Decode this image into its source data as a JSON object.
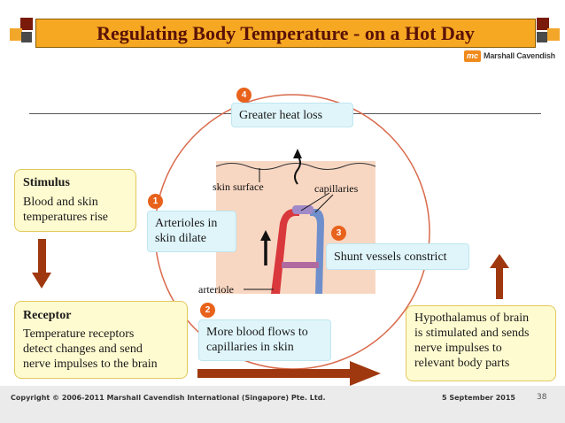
{
  "title": "Regulating Body Temperature - on a Hot Day",
  "brand": {
    "mark": "mc",
    "name": "Marshall Cavendish"
  },
  "stimulus": {
    "heading": "Stimulus",
    "lines": [
      "Blood and skin",
      "temperatures rise"
    ]
  },
  "receptor": {
    "heading": "Receptor",
    "lines": [
      "Temperature receptors",
      "detect changes and send",
      "nerve impulses to the brain"
    ]
  },
  "hypothalamus": {
    "lines": [
      "Hypothalamus of brain",
      "is stimulated and sends",
      "nerve impulses to",
      "relevant body parts"
    ]
  },
  "steps": [
    {
      "number": "1",
      "lines": [
        "Arterioles in",
        "skin dilate"
      ]
    },
    {
      "number": "2",
      "lines": [
        "More blood flows to",
        "capillaries in skin"
      ]
    },
    {
      "number": "3",
      "lines": [
        "Shunt vessels constrict"
      ]
    },
    {
      "number": "4",
      "lines": [
        "Greater heat loss"
      ]
    }
  ],
  "diagram_labels": {
    "skin_surface": "skin surface",
    "capillaries": "capillaries",
    "arteriole": "arteriole"
  },
  "footer": {
    "copyright": "Copyright © 2006-2011 Marshall Cavendish International (Singapore) Pte. Ltd.",
    "date": "5 September 2015",
    "page": "38"
  },
  "colors": {
    "title_bg": "#f7a823",
    "title_text": "#5a1206",
    "arrow": "#a0380f",
    "badge": "#e8621c",
    "yellow_box": "#fffbd0",
    "cyan_box": "#dff5fa",
    "circle": "#d96a4c"
  }
}
